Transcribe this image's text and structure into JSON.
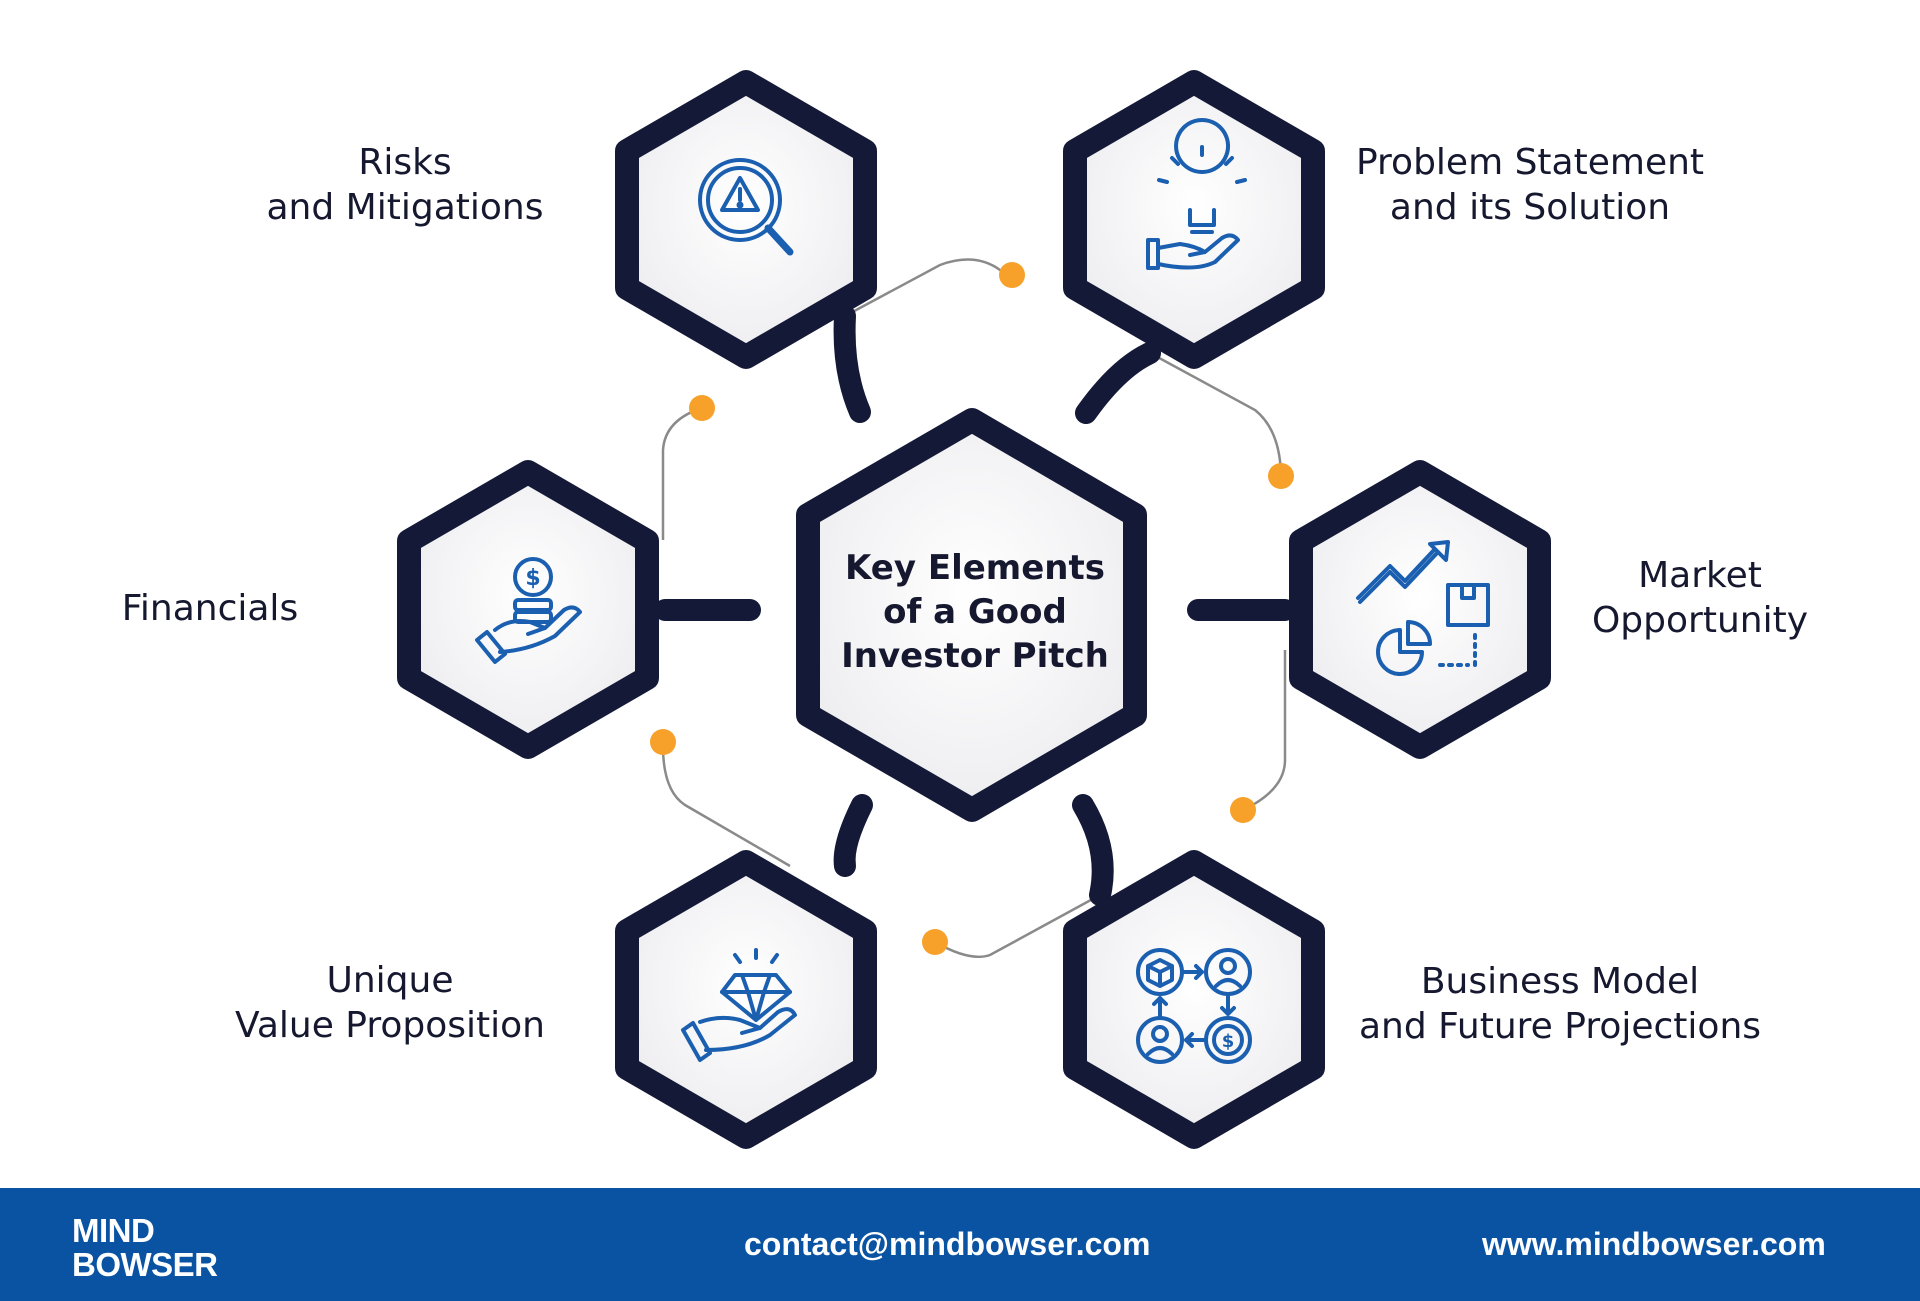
{
  "center": {
    "lines": [
      "Key Elements",
      "of a Good",
      "Investor Pitch"
    ]
  },
  "elements": [
    {
      "id": "risks",
      "lines": [
        "Risks",
        "and Mitigations"
      ],
      "icon": "risk-search-icon"
    },
    {
      "id": "problem",
      "lines": [
        "Problem Statement",
        "and its Solution"
      ],
      "icon": "lightbulb-hand-icon"
    },
    {
      "id": "financials",
      "lines": [
        "Financials"
      ],
      "icon": "coin-hand-icon"
    },
    {
      "id": "market",
      "lines": [
        "Market",
        "Opportunity"
      ],
      "icon": "growth-chart-icon"
    },
    {
      "id": "unique",
      "lines": [
        "Unique",
        "Value Proposition"
      ],
      "icon": "diamond-hand-icon"
    },
    {
      "id": "business",
      "lines": [
        "Business Model",
        "and Future Projections"
      ],
      "icon": "business-cycle-icon"
    }
  ],
  "footer": {
    "logo_lines": [
      "MIND",
      "BOWSER"
    ],
    "email": "contact@mindbowser.com",
    "website": "www.mindbowser.com"
  },
  "colors": {
    "hexagon_border": "#141937",
    "hexagon_fill": "#f4f4f6",
    "icon": "#1b5fb0",
    "dot": "#f7a12a",
    "connector": "#8a8a8a",
    "footer_bg": "#0a53a3",
    "text": "#15182e"
  }
}
